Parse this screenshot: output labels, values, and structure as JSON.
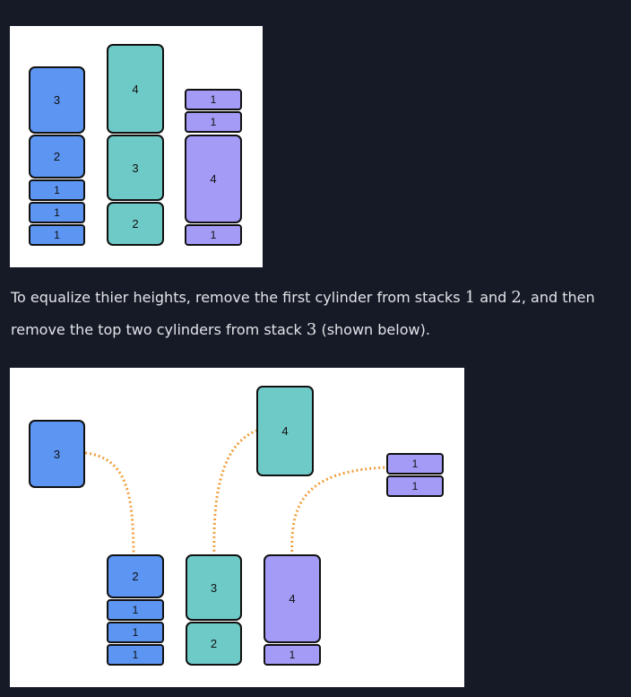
{
  "figure_top": {
    "stacks": [
      {
        "name": "stack-1",
        "color": "#5c95f2",
        "cylinders": [
          "3",
          "2",
          "1",
          "1",
          "1"
        ]
      },
      {
        "name": "stack-2",
        "color": "#6ecac7",
        "cylinders": [
          "4",
          "3",
          "2"
        ]
      },
      {
        "name": "stack-3",
        "color": "#a39bf5",
        "cylinders": [
          "1",
          "1",
          "4",
          "1"
        ]
      }
    ]
  },
  "caption": {
    "part1": "To equalize thier heights, remove the first cylinder from stacks ",
    "n1": "1",
    "part2": " and ",
    "n2": "2",
    "part3": ", and then remove the top two cylinders from stack ",
    "n3": "3",
    "part4": " (shown below)."
  },
  "figure_bottom": {
    "removed": [
      "3",
      "4",
      "1",
      "1"
    ],
    "remaining": [
      {
        "name": "stack-1",
        "cylinders": [
          "2",
          "1",
          "1",
          "1"
        ]
      },
      {
        "name": "stack-2",
        "cylinders": [
          "3",
          "2"
        ]
      },
      {
        "name": "stack-3",
        "cylinders": [
          "4",
          "1"
        ]
      }
    ],
    "connector_color": "#f0a040"
  }
}
